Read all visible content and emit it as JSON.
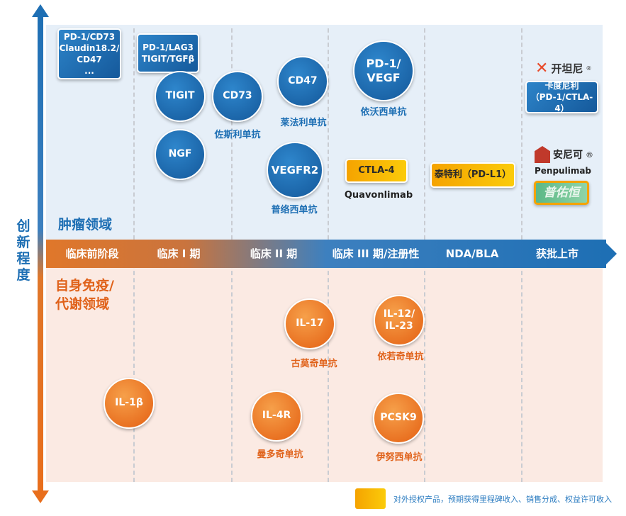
{
  "axis": {
    "vertical_label": "创新程度"
  },
  "zones": {
    "oncology": "肿瘤领域",
    "immune_line1": "自身免疫/",
    "immune_line2": "代谢领域"
  },
  "stages": [
    "临床前阶段",
    "临床 I 期",
    "临床 II 期",
    "临床 III 期/注册性",
    "NDA/BLA",
    "获批上市"
  ],
  "oncology": {
    "boxes": {
      "preclinical": [
        "PD-1/CD73",
        "Claudin18.2/",
        "CD47",
        "..."
      ],
      "phase1": [
        "PD-1/LAG3",
        "TIGIT/TGFβ"
      ]
    },
    "circles": {
      "tigit": "TIGIT",
      "ngf": "NGF",
      "cd73": "CD73",
      "cd73_name": "佐斯利单抗",
      "cd47": "CD47",
      "cd47_name": "莱法利单抗",
      "vegfr2": "VEGFR2",
      "vegfr2_name": "普络西单抗",
      "pd1vegf_1": "PD-1/",
      "pd1vegf_2": "VEGF",
      "pd1vegf_name": "依沃西单抗"
    },
    "ctla4": "CTLA-4",
    "ctla4_name": "Quavonlimab",
    "pdl1": "泰特利（PD-L1）",
    "kaitanni_logo": "开坦尼",
    "cadonilimab": [
      "卡度尼利",
      "（PD-1/CTLA-4）"
    ],
    "anniko_logo": "安尼可",
    "penpulimab": "Penpulimab",
    "puyouheng": "普佑恒"
  },
  "immune": {
    "il17": "IL-17",
    "il17_name": "古莫奇单抗",
    "il12_1": "IL-12/",
    "il12_2": "IL-23",
    "il12_name": "依若奇单抗",
    "il1b": "IL-1β",
    "il4r": "IL-4R",
    "il4r_name": "曼多奇单抗",
    "pcsk9": "PCSK9",
    "pcsk9_name": "伊努西单抗"
  },
  "legend": {
    "text": "对外授权产品，预期获得里程碑收入、销售分成、权益许可收入",
    "color": "#f5a300"
  }
}
